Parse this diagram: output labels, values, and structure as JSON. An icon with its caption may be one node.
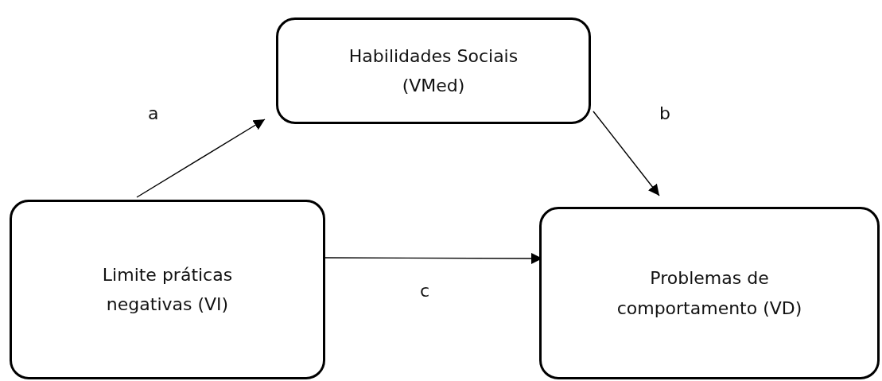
{
  "diagram": {
    "nodes": [
      {
        "text": [
          "Habilidades Sociais (VMed)"
        ]
      },
      {
        "text": [
          "Limite práticas negativas (VI)"
        ]
      },
      {
        "text": [
          "Problemas de comportamento (VD)"
        ]
      }
    ],
    "edges": [
      {
        "from": 1,
        "to": 0,
        "arrow": "to",
        "label": "a"
      },
      {
        "from": 0,
        "to": 2,
        "arrow": "to",
        "label": "b"
      },
      {
        "from": 1,
        "to": 2,
        "arrow": "to",
        "label": "c"
      }
    ]
  }
}
